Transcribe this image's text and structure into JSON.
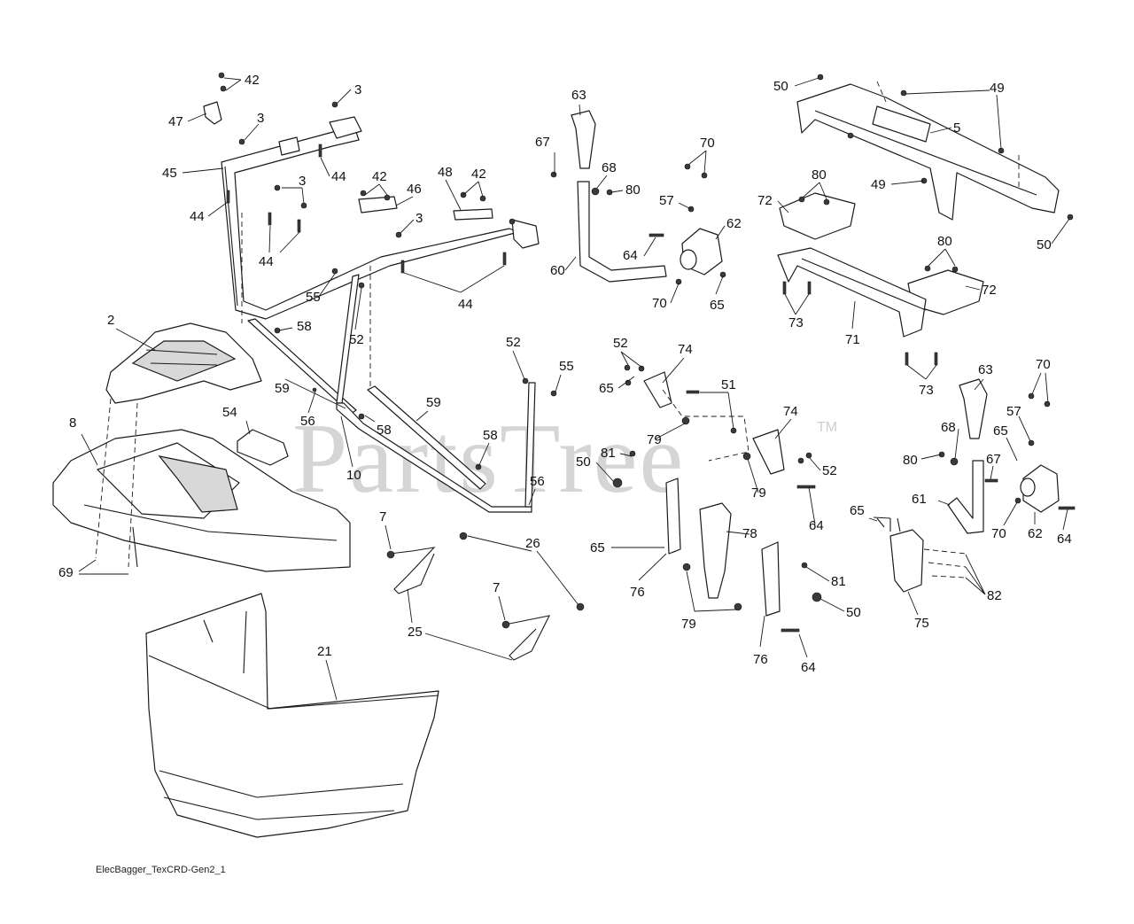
{
  "watermark": {
    "text": "PartsTree",
    "trademark": "TM"
  },
  "diagram_code": "ElecBagger_TexCRD-Gen2_1",
  "callouts": [
    "42",
    "3",
    "47",
    "3",
    "45",
    "44",
    "44",
    "3",
    "42",
    "46",
    "48",
    "42",
    "3",
    "44",
    "44",
    "55",
    "58",
    "52",
    "59",
    "56",
    "58",
    "59",
    "10",
    "2",
    "8",
    "54",
    "69",
    "7",
    "26",
    "7",
    "25",
    "21",
    "52",
    "55",
    "58",
    "56",
    "63",
    "67",
    "68",
    "80",
    "70",
    "57",
    "62",
    "64",
    "60",
    "70",
    "65",
    "50",
    "49",
    "5",
    "49",
    "50",
    "80",
    "72",
    "80",
    "72",
    "73",
    "71",
    "73",
    "52",
    "74",
    "51",
    "65",
    "79",
    "74",
    "50",
    "81",
    "79",
    "52",
    "64",
    "65",
    "78",
    "76",
    "79",
    "81",
    "50",
    "76",
    "64",
    "63",
    "70",
    "57",
    "68",
    "65",
    "80",
    "67",
    "61",
    "70",
    "62",
    "64",
    "65",
    "82",
    "75"
  ]
}
